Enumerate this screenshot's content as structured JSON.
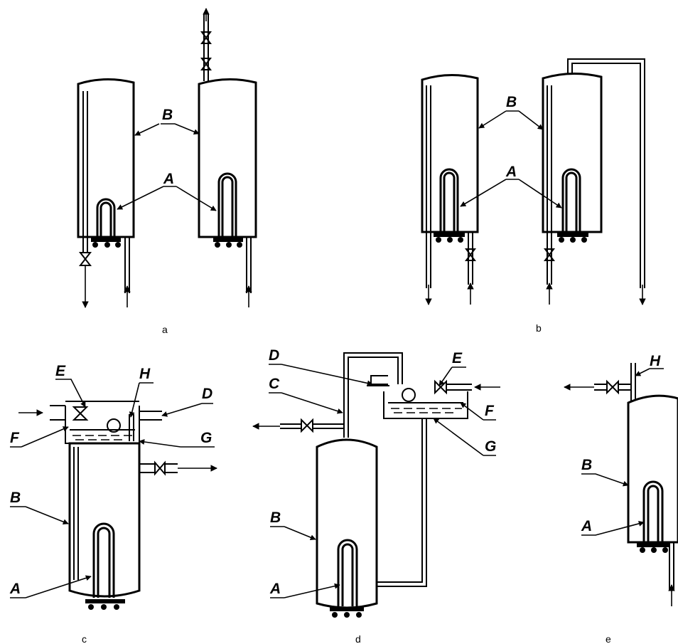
{
  "panels": {
    "a": {
      "caption": "a",
      "labels": {
        "B": "B",
        "A": "A"
      }
    },
    "b": {
      "caption": "b",
      "labels": {
        "B": "B",
        "A": "A"
      }
    },
    "c": {
      "caption": "c",
      "labels": {
        "E": "E",
        "H": "H",
        "D": "D",
        "F": "F",
        "G": "G",
        "B": "B",
        "A": "A"
      }
    },
    "d": {
      "caption": "d",
      "labels": {
        "D": "D",
        "E": "E",
        "C": "C",
        "F": "F",
        "G": "G",
        "B": "B",
        "A": "A"
      }
    },
    "e": {
      "caption": "e",
      "labels": {
        "H": "H",
        "B": "B",
        "A": "A"
      }
    }
  }
}
